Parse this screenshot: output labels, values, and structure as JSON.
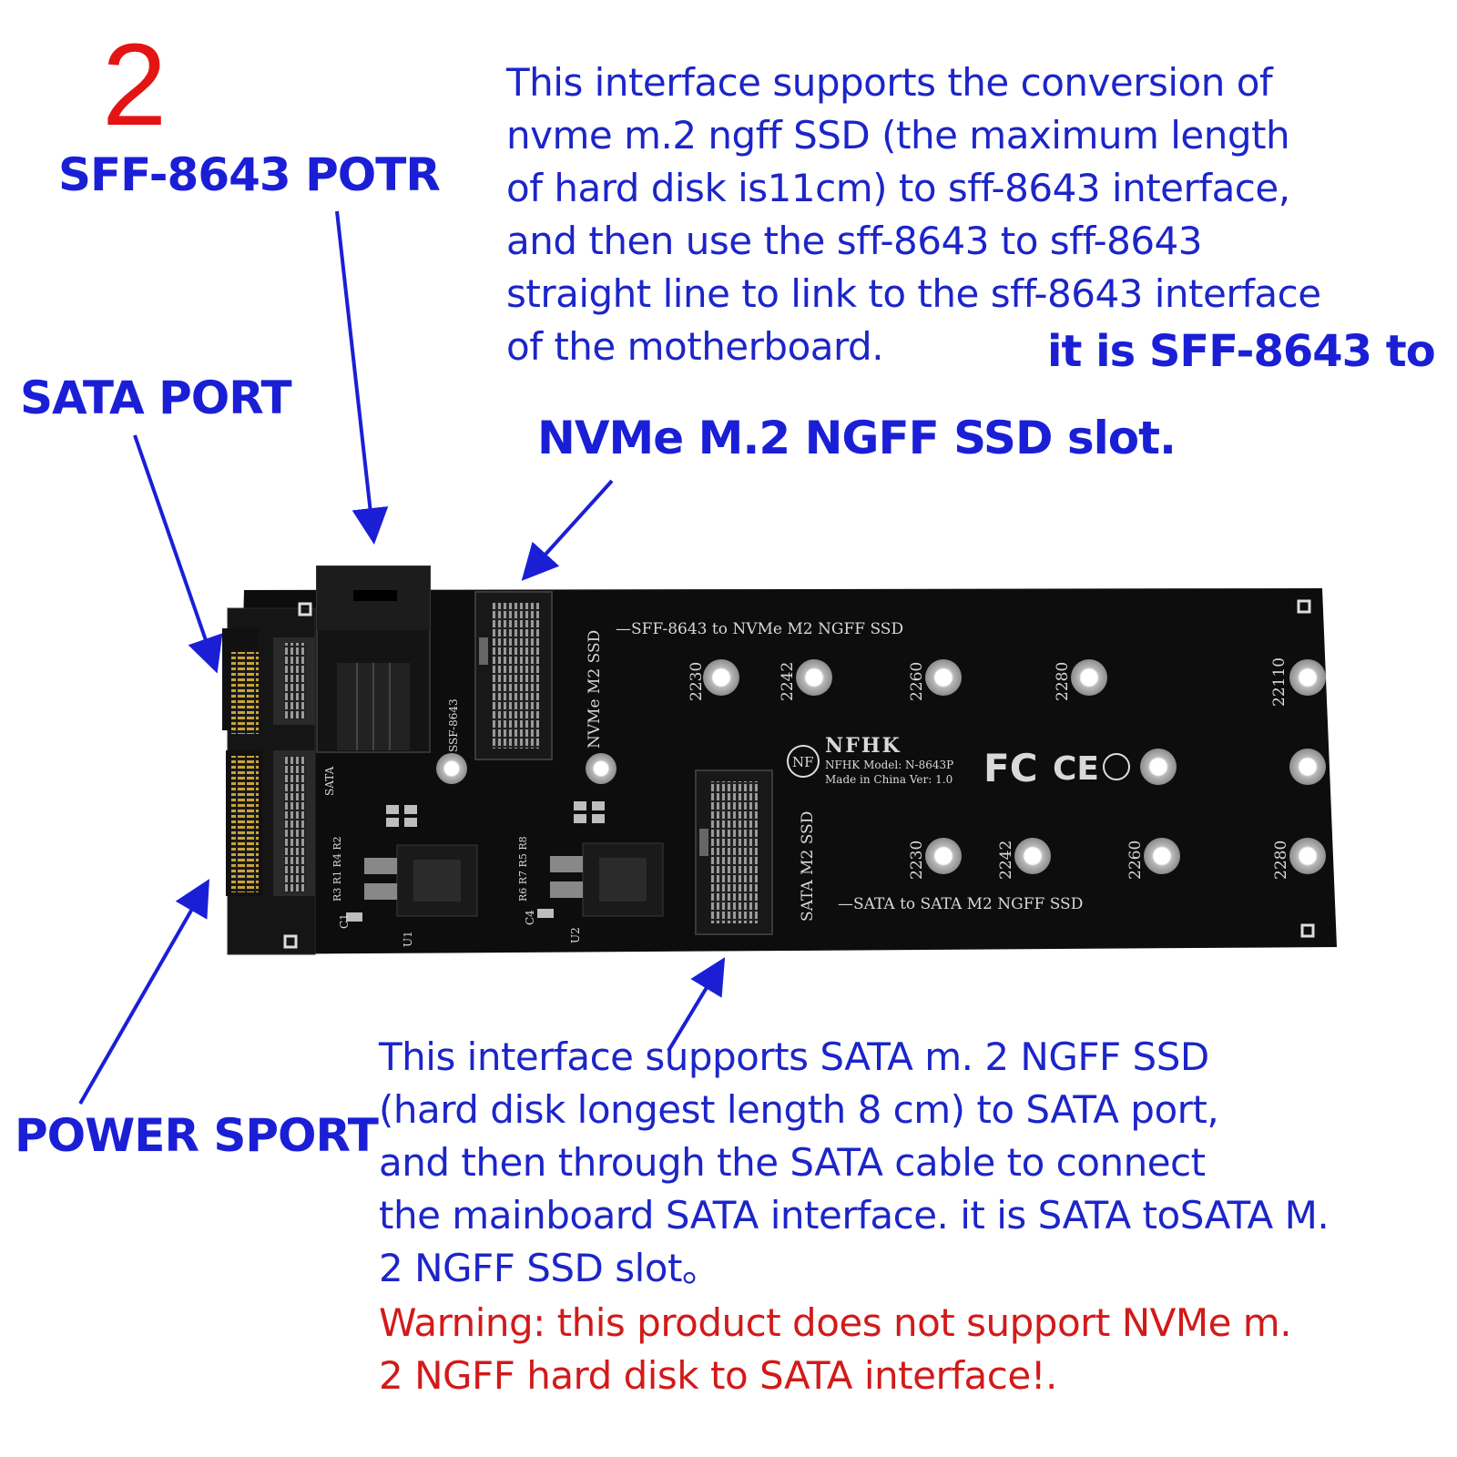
{
  "figure_number": "2",
  "labels": {
    "sff_port": "SFF-8643 POTR",
    "sata_port": "SATA PORT",
    "power_port": "POWER SPORT",
    "nvme_slot": "NVMe M.2 NGFF SSD slot."
  },
  "nvme_description": [
    "This interface supports the conversion of",
    "nvme m.2 ngff SSD (the maximum length",
    "of hard disk is11cm) to sff-8643 interface,",
    "and then use the sff-8643 to sff-8643",
    "straight line to link to the sff-8643 interface",
    "of the motherboard."
  ],
  "nvme_suffix": "it is SFF-8643 to",
  "sata_description": [
    "This interface supports SATA m. 2 NGFF SSD",
    "(hard disk longest length 8 cm) to SATA port,",
    "and then through the SATA cable to connect",
    "the mainboard SATA interface. it is SATA toSATA M.",
    "2 NGFF SSD slot。"
  ],
  "warning": [
    "Warning: this product does not support NVMe m.",
    "2 NGFF hard disk to SATA interface!."
  ],
  "board": {
    "top_silkscreen": "—SFF-8643 to NVMe M2 NGFF SSD",
    "bottom_silkscreen": "—SATA to SATA M2 NGFF SSD",
    "nvme_vertical": "NVMe M2 SSD",
    "sata_vertical": "SATA M2 SSD",
    "ssf_label": "SSF-8643",
    "sata_label": "SATA",
    "brand": "NFHK",
    "model_line1": "NFHK Model: N-8643P",
    "model_line2": "Made in China Ver: 1.0",
    "nf_logo": "NF",
    "fcc": "FC",
    "ce": "CE",
    "top_sizes": [
      "2230",
      "2242",
      "2260",
      "2280",
      "22110"
    ],
    "bottom_sizes": [
      "2230",
      "2242",
      "2260",
      "2280"
    ],
    "u1": "U1",
    "u2": "U2",
    "c1": "C1",
    "c4": "C4",
    "r_left": "R3 R1 R4 R2",
    "r_right": "R6 R7 R5 R8"
  },
  "colors": {
    "label_blue": "#1a1fd6",
    "text_blue": "#1c25c8",
    "warning_red": "#d21a1a",
    "number_red": "#e41414",
    "pcb_black": "#0d0d0d"
  }
}
